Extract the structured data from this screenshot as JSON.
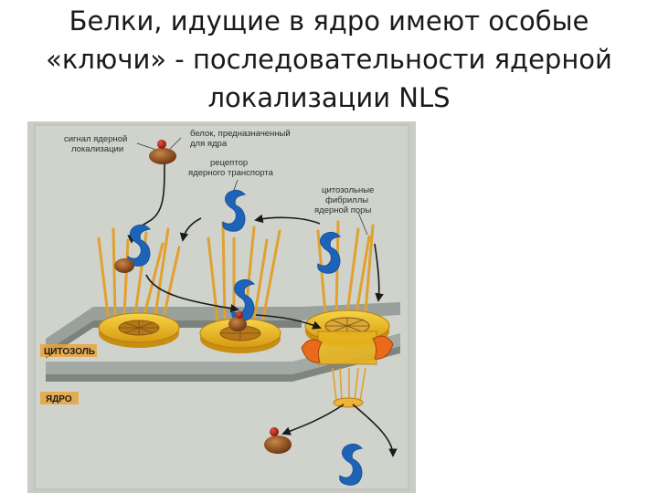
{
  "slide": {
    "title_lines": [
      "Белки, идущие в ядро имеют особые",
      "«ключи» - последовательности ядерной",
      "локализации NLS"
    ]
  },
  "figure": {
    "labels": {
      "nls_signal": [
        "сигнал ядерной",
        "локализации"
      ],
      "nuclear_protein": [
        "белок, предназначенный",
        "для ядра"
      ],
      "import_receptor": [
        "рецептор",
        "ядерного транспорта"
      ],
      "pore_fibrils": [
        "цитозольные",
        "фибриллы",
        "ядерной поры"
      ],
      "cytosol": "ЦИТОЗОЛЬ",
      "nucleus": "ЯДРО"
    },
    "colors": {
      "background": "#c9cdc6",
      "receptor": "#1f63b8",
      "protein": "#8a4a1e",
      "nls_signal": "#b01f12",
      "fibril": "#e0a12f",
      "pore_ring": "#f1c21b",
      "membrane": "#8e9591",
      "zone_label_bg": "#e8a33a"
    }
  }
}
